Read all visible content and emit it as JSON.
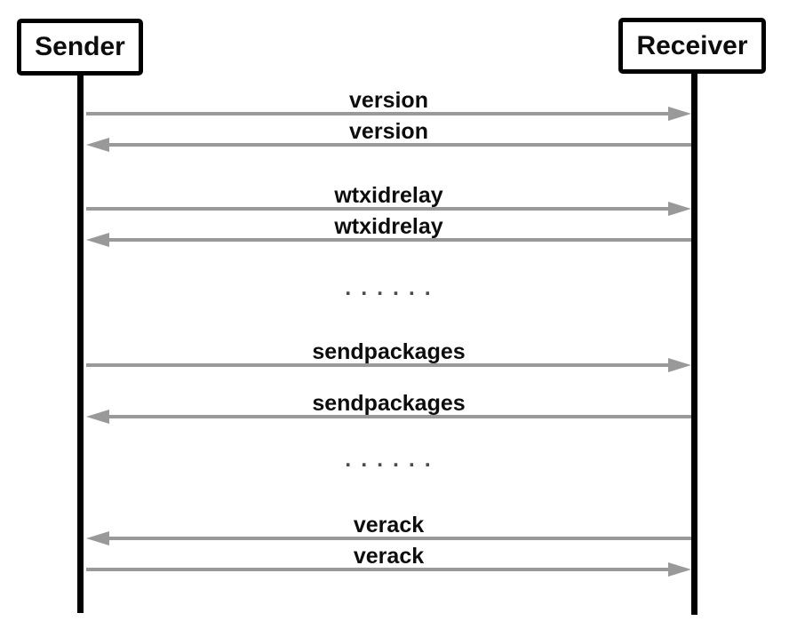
{
  "actors": {
    "sender": "Sender",
    "receiver": "Receiver"
  },
  "messages": [
    {
      "label": "version",
      "direction": "right",
      "from": "Sender",
      "to": "Receiver"
    },
    {
      "label": "version",
      "direction": "left",
      "from": "Receiver",
      "to": "Sender"
    },
    {
      "label": "wtxidrelay",
      "direction": "right",
      "from": "Sender",
      "to": "Receiver"
    },
    {
      "label": "wtxidrelay",
      "direction": "left",
      "from": "Receiver",
      "to": "Sender"
    },
    {
      "label": "sendpackages",
      "direction": "right",
      "from": "Sender",
      "to": "Receiver"
    },
    {
      "label": "sendpackages",
      "direction": "left",
      "from": "Receiver",
      "to": "Sender"
    },
    {
      "label": "verack",
      "direction": "left",
      "from": "Receiver",
      "to": "Sender"
    },
    {
      "label": "verack",
      "direction": "right",
      "from": "Sender",
      "to": "Receiver"
    }
  ],
  "ellipsis": ". . . . . .",
  "colors": {
    "arrow": "#999999",
    "lifeline": "#000000",
    "label_text": "#0d0d0d",
    "ellipsis_text": "#4d4d4d",
    "background": "#ffffff"
  }
}
